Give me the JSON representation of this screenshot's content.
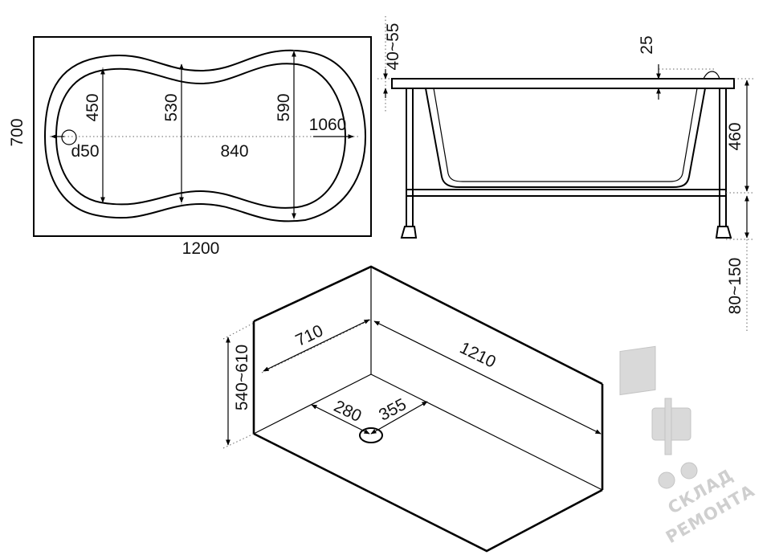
{
  "top_view": {
    "outer_width": "1200",
    "outer_height": "700",
    "inner_length": "1060",
    "bottom_length": "840",
    "width_left": "450",
    "width_mid": "530",
    "width_right": "590",
    "drain": "d50"
  },
  "side_view": {
    "rim_height": "40~55",
    "rim_thickness": "25",
    "tub_depth": "460",
    "leg_height": "80~150"
  },
  "iso_view": {
    "depth": "710",
    "length": "1210",
    "height": "540~610",
    "drain_x": "280",
    "drain_y": "355"
  },
  "watermark": {
    "line1": "СКЛАД",
    "line2": "РЕМОНТА"
  },
  "colors": {
    "line": "#000000",
    "watermark": "#cfcfcf"
  }
}
